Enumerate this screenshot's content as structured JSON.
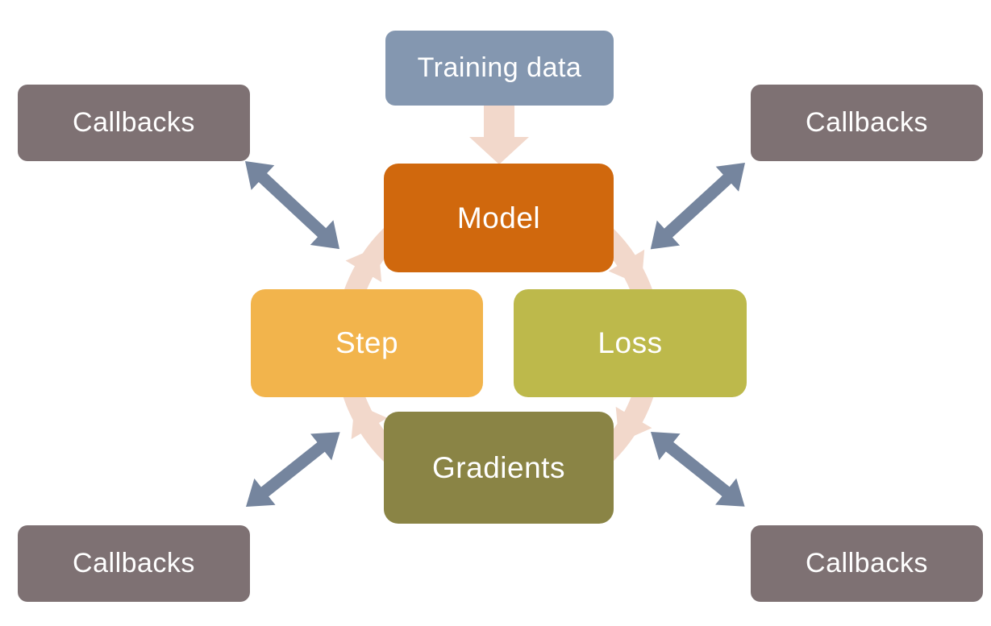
{
  "diagram": {
    "training_data": {
      "label": "Training data",
      "color": "#8497b0"
    },
    "cycle": {
      "model": {
        "label": "Model",
        "color": "#d0680d"
      },
      "loss": {
        "label": "Loss",
        "color": "#bdb94b"
      },
      "gradients": {
        "label": "Gradients",
        "color": "#8a8445"
      },
      "step": {
        "label": "Step",
        "color": "#f2b44c"
      }
    },
    "callbacks": {
      "top_left": {
        "label": "Callbacks"
      },
      "top_right": {
        "label": "Callbacks"
      },
      "bottom_left": {
        "label": "Callbacks"
      },
      "bottom_right": {
        "label": "Callbacks"
      }
    },
    "colors": {
      "callbacks_box": "#7e7173",
      "cycle_ring": "#f2d8cb",
      "callback_arrow": "#75859e",
      "label_text": "#ffffff",
      "background": "#ffffff"
    }
  }
}
